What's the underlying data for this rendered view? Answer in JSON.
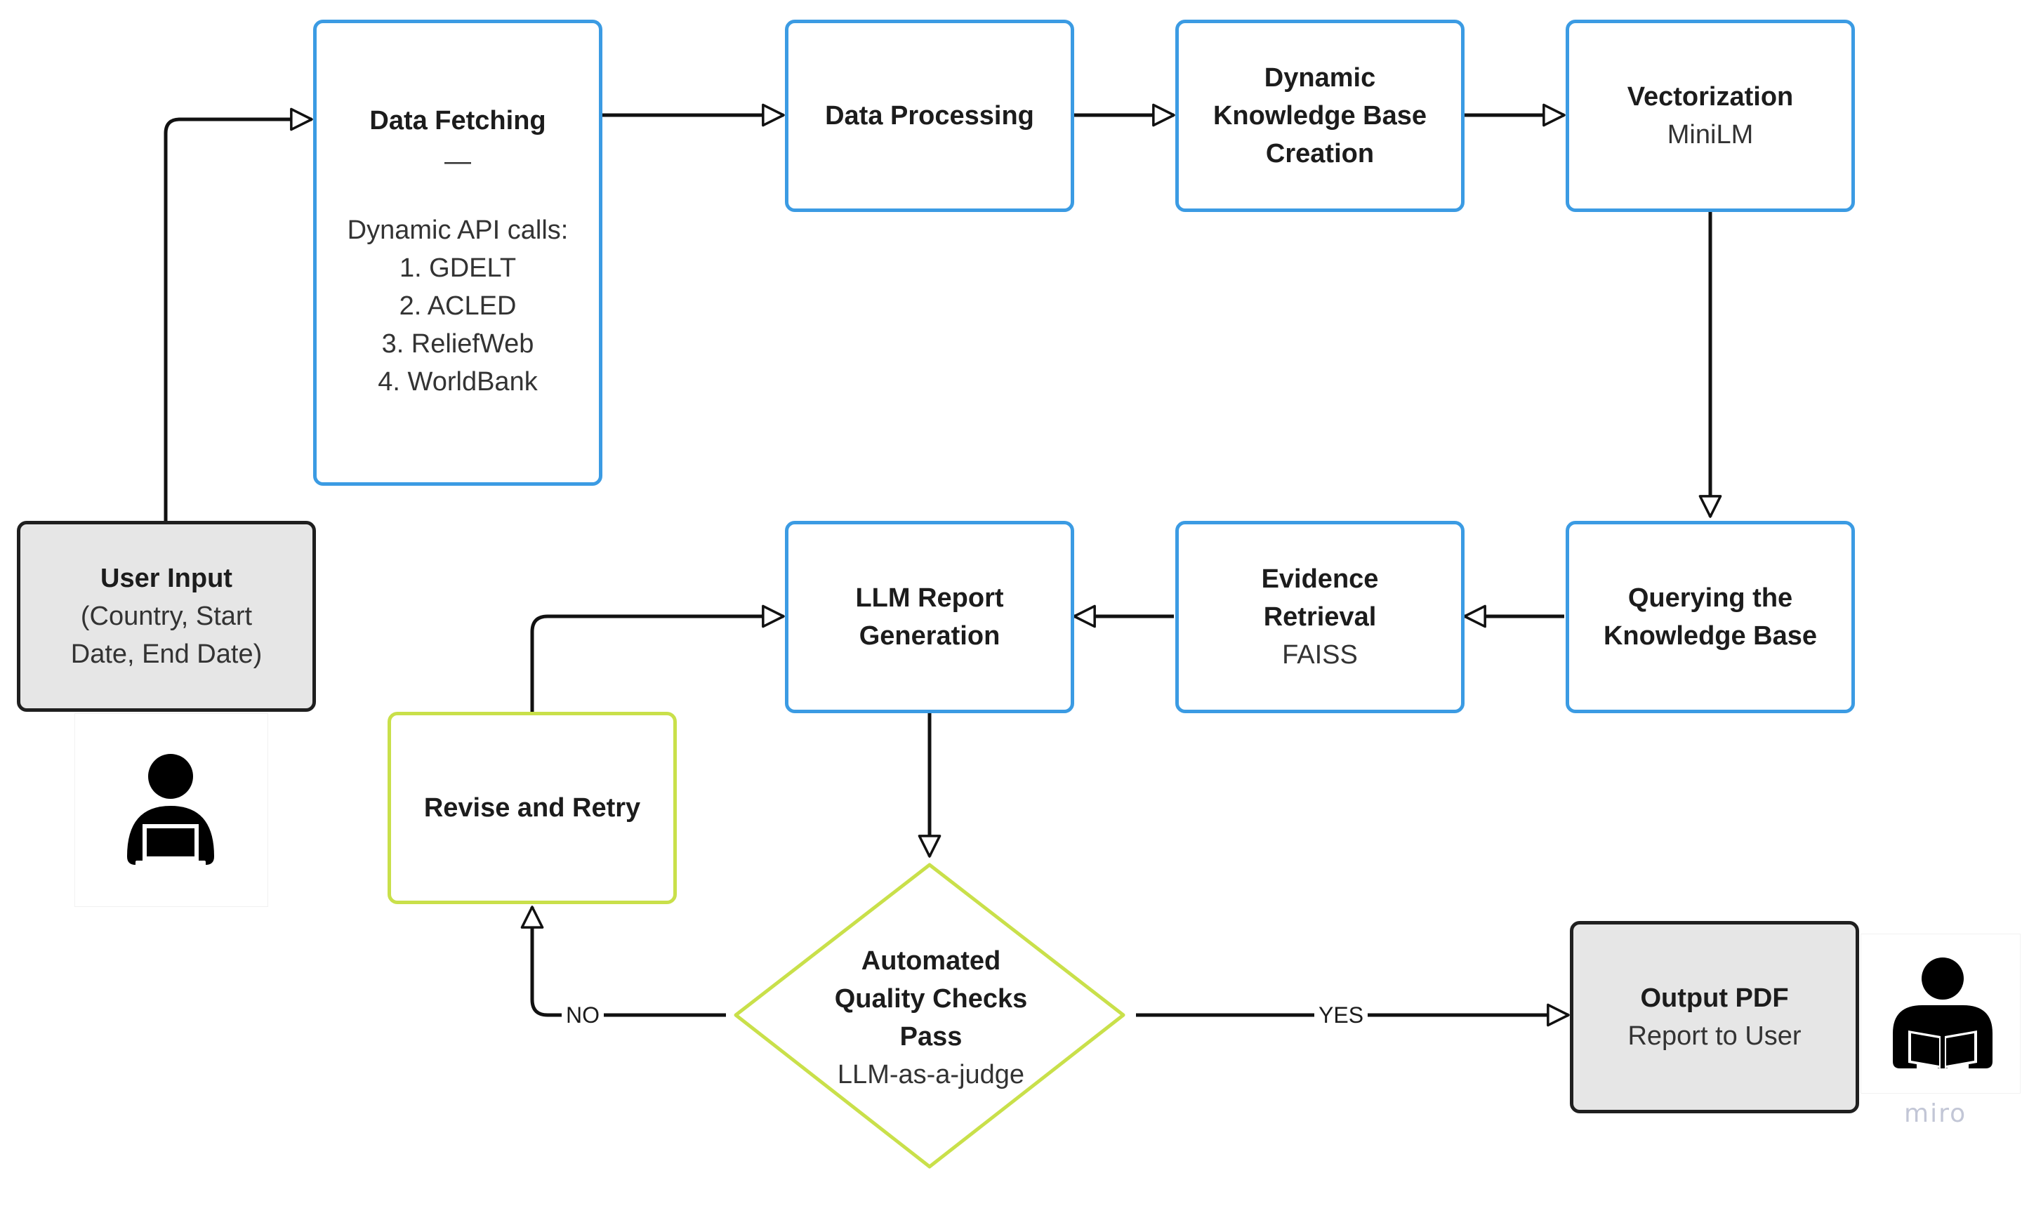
{
  "nodes": {
    "user_input": {
      "title": "User Input",
      "lines": [
        "(Country, Start",
        "Date, End Date)"
      ]
    },
    "data_fetching": {
      "title": "Data Fetching",
      "dash": "—",
      "intro": "Dynamic API calls:",
      "items": [
        "1. GDELT",
        "2. ACLED",
        "3. ReliefWeb",
        "4. WorldBank"
      ]
    },
    "data_processing": {
      "title": "Data Processing"
    },
    "dynamic_kb": {
      "title_lines": [
        "Dynamic",
        "Knowledge Base",
        "Creation"
      ]
    },
    "vectorization": {
      "title": "Vectorization",
      "sub": "MiniLM"
    },
    "querying": {
      "title_lines": [
        "Querying the",
        "Knowledge Base"
      ]
    },
    "evidence": {
      "title_lines": [
        "Evidence",
        "Retrieval"
      ],
      "sub": "FAISS"
    },
    "llm_report": {
      "title_lines": [
        "LLM Report",
        "Generation"
      ]
    },
    "revise": {
      "title": "Revise and Retry"
    },
    "quality": {
      "title_lines": [
        "Automated",
        "Quality Checks",
        "Pass"
      ],
      "sub": "LLM-as-a-judge"
    },
    "output": {
      "title": "Output PDF",
      "sub": "Report to User"
    }
  },
  "edges": {
    "no_label": "NO",
    "yes_label": "YES"
  },
  "icons": {
    "user": "person-laptop-icon",
    "reader": "person-reading-icon"
  },
  "watermark": "miro",
  "colors": {
    "process_border": "#3b9be3",
    "io_border": "#1f1f1f",
    "io_fill": "#e6e6e6",
    "decision_border": "#c9e04a",
    "line": "#111111"
  }
}
